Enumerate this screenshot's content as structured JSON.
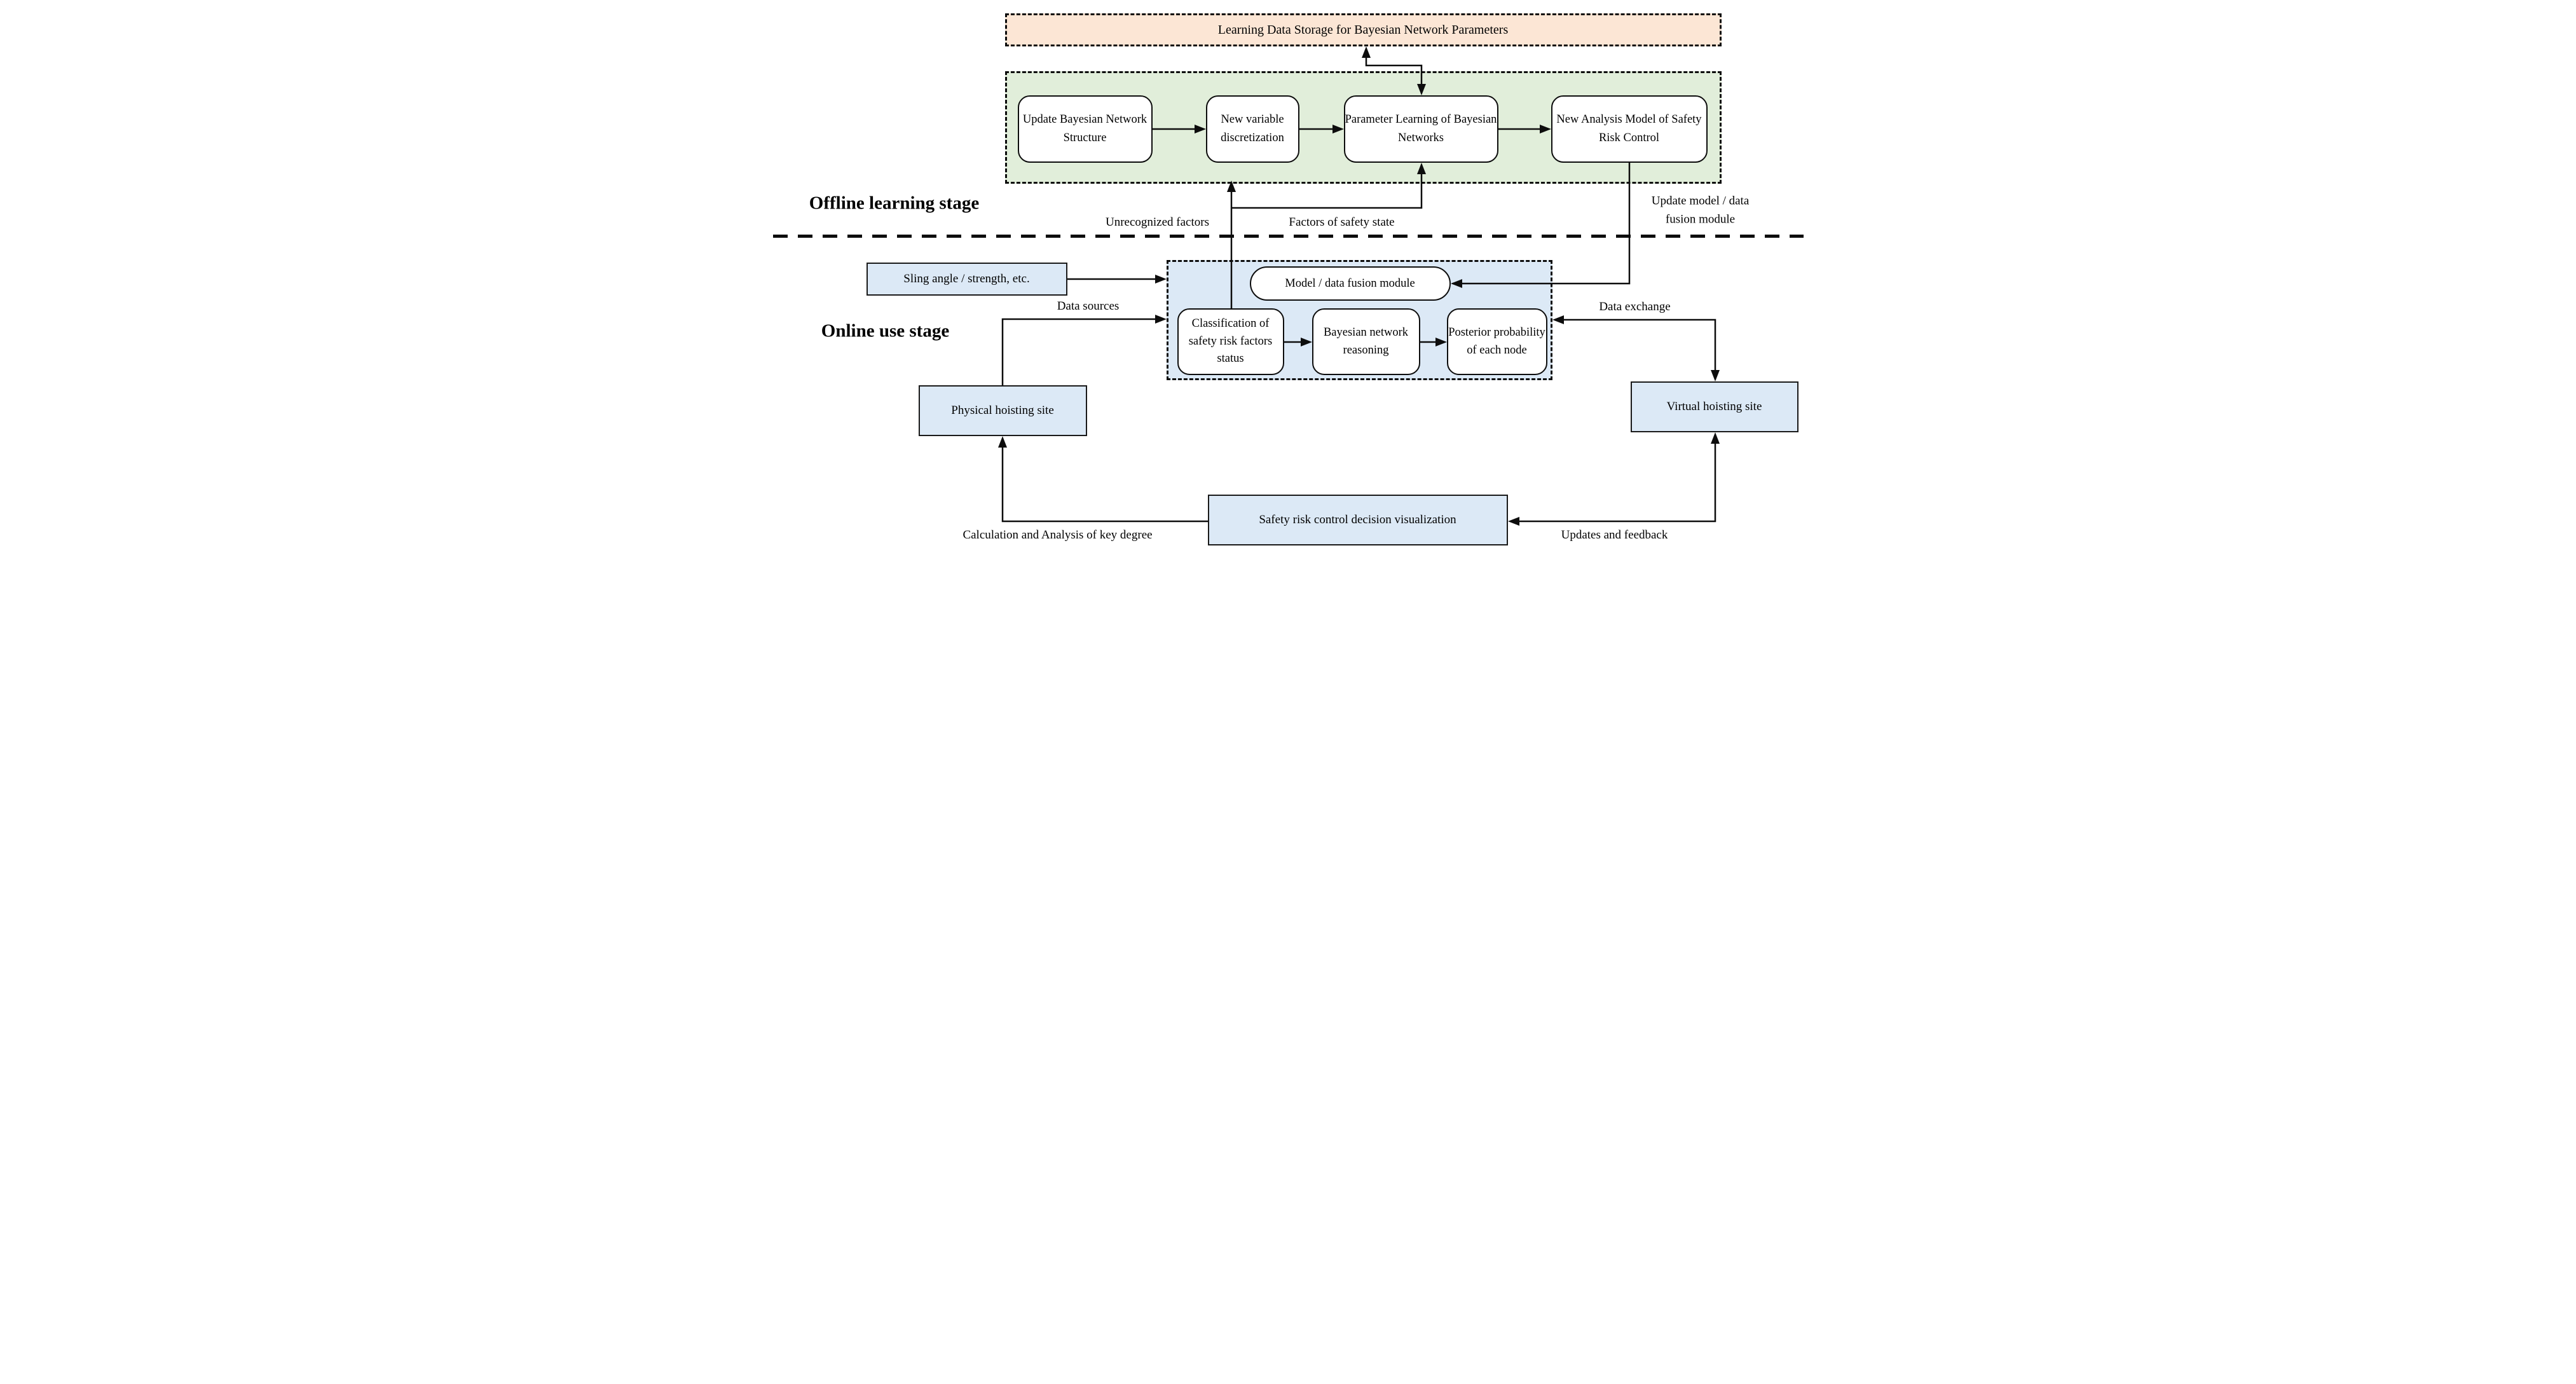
{
  "figure": {
    "storage": {
      "label": "Learning Data Storage for Bayesian Network Parameters"
    },
    "offline": {
      "heading": "Offline learning stage",
      "steps": [
        {
          "label": "Update Bayesian Network Structure"
        },
        {
          "label": "New variable discretization"
        },
        {
          "label": "Parameter Learning of Bayesian Networks"
        },
        {
          "label": "New Analysis Model of Safety Risk Control"
        }
      ]
    },
    "online": {
      "heading": "Online use stage",
      "fusion_module": {
        "label": "Model / data fusion module"
      },
      "pipeline": [
        {
          "label": "Classification of safety risk factors status"
        },
        {
          "label": "Bayesian network reasoning"
        },
        {
          "label": "Posterior probability of each node"
        }
      ],
      "sling_box": {
        "label": "Sling angle / strength, etc."
      },
      "physical_site": {
        "label": "Physical hoisting site"
      },
      "virtual_site": {
        "label": "Virtual hoisting site"
      },
      "visualization": {
        "label": "Safety risk control decision visualization"
      }
    },
    "edge_labels": {
      "unrecognized": "Unrecognized factors",
      "factors_state": "Factors of safety state",
      "update_model": "Update model / data\nfusion module",
      "data_sources": "Data sources",
      "data_exchange": "Data exchange",
      "updates_feedback": "Updates and feedback",
      "calculation": "Calculation and Analysis of  key degree"
    },
    "colors": {
      "storage_fill": "#fce6d5",
      "offline_fill": "#e1eeda",
      "online_fill": "#dce9f6",
      "site_fill": "#dce9f6",
      "node_fill": "#ffffff",
      "line": "#0d0d0d"
    }
  }
}
